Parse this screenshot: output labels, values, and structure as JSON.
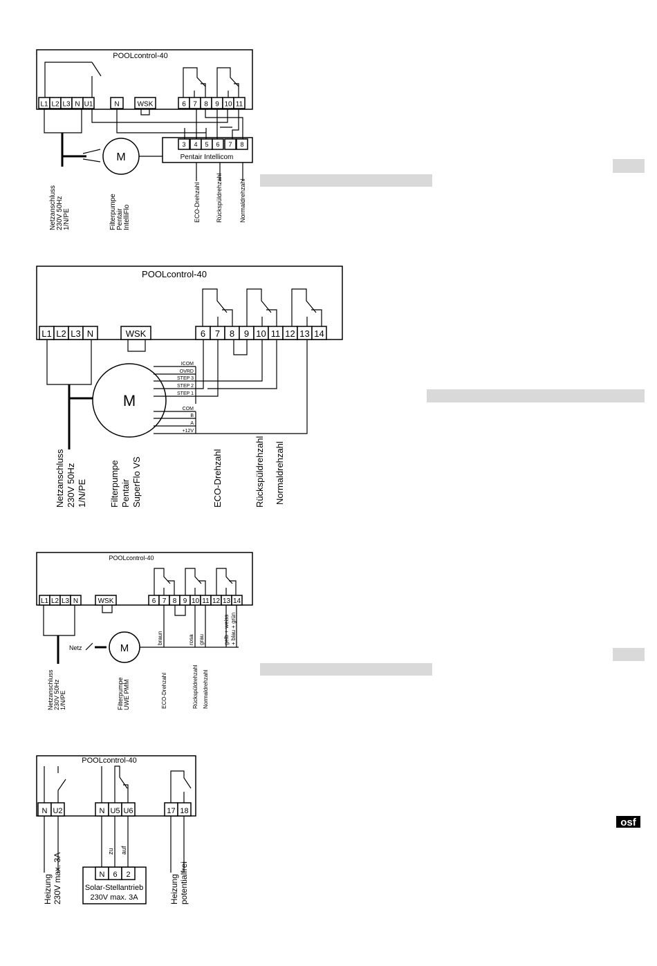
{
  "colors": {
    "ink": "#000000",
    "placeholder_bar": "#d9d9d9",
    "logo": "#000000"
  },
  "logo": {
    "text": "osf"
  },
  "diagrams": {
    "d1": {
      "title": "POOLcontrol-40",
      "terminals": [
        "L1",
        "L2",
        "L3",
        "N",
        "U1",
        "N",
        "WSK",
        "6",
        "7",
        "8",
        "9",
        "10",
        "11"
      ],
      "pentair_terminals": [
        "3",
        "4",
        "5",
        "6",
        "7",
        "8"
      ],
      "pentair_label": "Pentair Intellicom",
      "motor": "M",
      "labels": {
        "netz": [
          "Netzanschluss",
          "230V 50Hz",
          "1/N/PE"
        ],
        "pumpe": [
          "Filterpumpe",
          "Pentair",
          "IntelliFlo"
        ],
        "eco": "ECO-Drehzahl",
        "rueck": "Rückspüldrehzahl",
        "normal": "Normaldrehzahl"
      }
    },
    "d2": {
      "title": "POOLcontrol-40",
      "terminals": [
        "L1",
        "L2",
        "L3",
        "N",
        "WSK",
        "6",
        "7",
        "8",
        "9",
        "10",
        "11",
        "12",
        "13",
        "14"
      ],
      "motor": "M",
      "wires": [
        "ICOM",
        "OVRD",
        "STEP 3",
        "STEP 2",
        "STEP 1",
        "COM",
        "B",
        "A",
        "+12V"
      ],
      "labels": {
        "netz": [
          "Netzanschluss",
          "230V 50Hz",
          "1/N/PE"
        ],
        "pumpe": [
          "Filterpumpe",
          "Pentair",
          "SuperFlo VS"
        ],
        "eco": "ECO-Drehzahl",
        "rueck": "Rückspüldrehzahl",
        "normal": "Normaldrehzahl"
      }
    },
    "d3": {
      "title": "POOLcontrol-40",
      "terminals": [
        "L1",
        "L2",
        "L3",
        "N",
        "WSK",
        "6",
        "7",
        "8",
        "9",
        "10",
        "11",
        "12",
        "13",
        "14"
      ],
      "motor": "M",
      "netz_switch": "Netz",
      "wire_colors": [
        "braun",
        "rosa",
        "grau",
        "gelb + weiss",
        "+ blau + grün"
      ],
      "labels": {
        "netz": [
          "Netzanschluss",
          "230V 50Hz",
          "1/N/PE"
        ],
        "pumpe": [
          "Filterpumpe",
          "UWE PMM"
        ],
        "eco": "ECO-Drehzahl",
        "rueck": "Rückspüldrehzahl",
        "normal": "Normaldrehzahl"
      }
    },
    "d4": {
      "title": "POOLcontrol-40",
      "terminals": [
        "N",
        "U2",
        "N",
        "U5",
        "U6",
        "17",
        "18"
      ],
      "zu": "zu",
      "auf": "auf",
      "actuator_terminals": [
        "N",
        "6",
        "2"
      ],
      "actuator_label": [
        "Solar-Stellantrieb",
        "230V max. 3A"
      ],
      "labels": {
        "heizung": [
          "Heizung",
          "230V max. 3A"
        ],
        "heizung_pf": [
          "Heizung",
          "potentialfrei"
        ]
      }
    }
  }
}
